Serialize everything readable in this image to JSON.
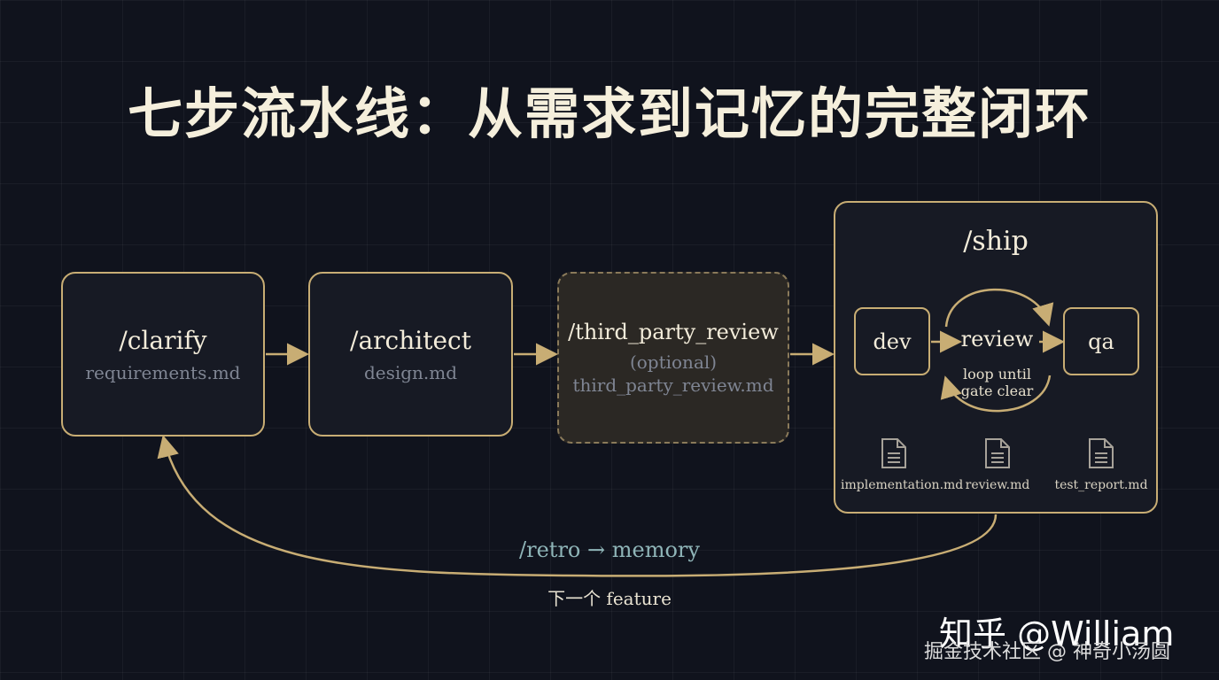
{
  "title": "七步流水线：从需求到记忆的完整闭环",
  "steps": [
    {
      "name": "/clarify",
      "file": "requirements.md"
    },
    {
      "name": "/architect",
      "file": "design.md"
    },
    {
      "name": "/third_party_review",
      "optional": "(optional)",
      "file": "third_party_review.md"
    }
  ],
  "ship": {
    "title": "/ship",
    "dev": "dev",
    "review": "review",
    "qa": "qa",
    "loop": "loop until",
    "loop2": "gate clear",
    "docs": [
      "implementation.md",
      "review.md",
      "test_report.md"
    ]
  },
  "retro": "/retro → memory",
  "next": "下一个 feature",
  "watermark": {
    "line1": "知乎 @William",
    "line2": "掘金技术社区 @ 神奇小汤圆"
  },
  "colors": {
    "accent": "#c8ad74",
    "background": "#10131d",
    "retro": "#8fb5b8"
  }
}
